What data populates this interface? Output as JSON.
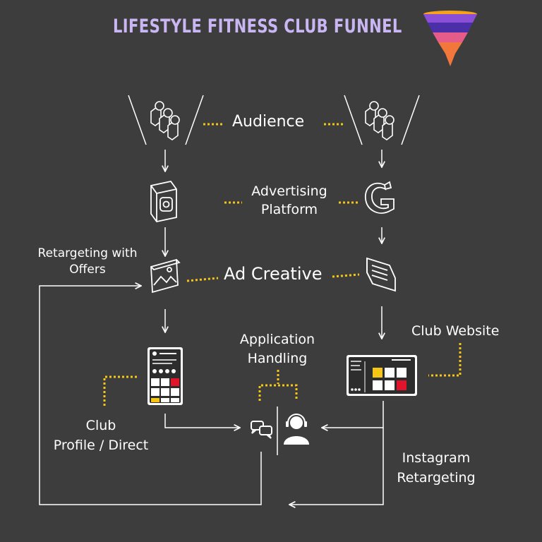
{
  "title": "LIFESTYLE FITNESS CLUB FUNNEL",
  "labels": {
    "audience": "Audience",
    "advertising_line1": "Advertising",
    "advertising_line2": "Platform",
    "ad_creative": "Ad Creative",
    "retargeting_line1": "Retargeting with",
    "retargeting_line2": "Offers",
    "application_line1": "Application",
    "application_line2": "Handling",
    "club_website": "Club Website",
    "club_line1": "Club",
    "club_line2": "Profile / Direct",
    "instagram_line1": "Instagram",
    "instagram_line2": "Retargeting"
  },
  "colors": {
    "background": "#3d3d3d",
    "title": "#c9b6f3",
    "connector_dots": "#f5c518",
    "highlight_yellow": "#f5c518",
    "highlight_red": "#e0142a",
    "funnel": [
      "#f7a21b",
      "#8a4fd6",
      "#4b2fa8",
      "#e55c8b",
      "#f2773a"
    ]
  },
  "icons": {
    "funnel": "funnel-icon",
    "audience_left": "users-group-icon",
    "audience_right": "users-group-icon",
    "instagram": "instagram-icon",
    "google": "google-icon",
    "image": "image-icon",
    "article": "article-icon",
    "phone_app": "mobile-profile-icon",
    "website": "website-icon",
    "chat": "chat-bubbles-icon",
    "support": "support-agent-icon"
  }
}
